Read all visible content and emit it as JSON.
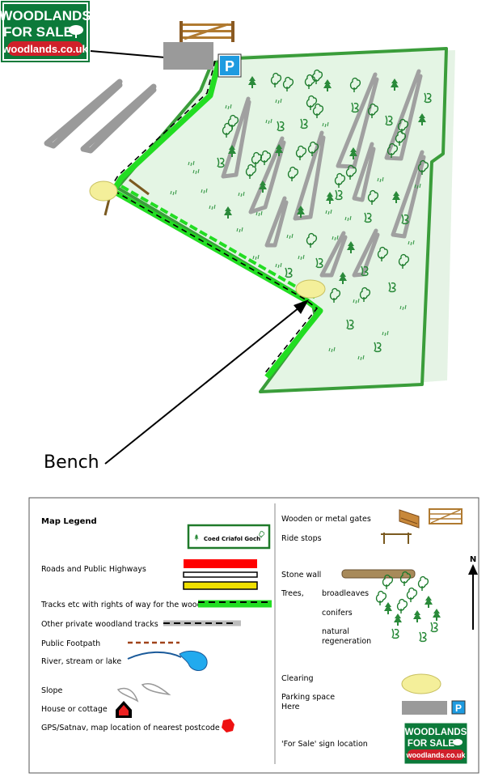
{
  "brand": {
    "line1": "WOODLANDS",
    "line2": "FOR SALE",
    "url": "woodlands.co.uk",
    "bg_color": "#0c7a3a",
    "url_color": "#d0202a"
  },
  "map": {
    "parking_symbol": "P",
    "bench_label": "Bench",
    "wood_fill": "#e6f6e6",
    "boundary_color": "#3a9d3a",
    "track_color": "#22dd22"
  },
  "legend": {
    "title": "Map Legend",
    "sample_wood_name": "Coed Criafol Goch",
    "roads": "Roads and Public Highways",
    "tracks_row": "Tracks etc with rights of way for the wood",
    "private_tracks": "Other private woodland tracks",
    "footpath": "Public Footpath",
    "river": "River, stream or lake",
    "slope": "Slope",
    "house": "House or cottage",
    "gps": "GPS/Satnav, map location of nearest postcode",
    "gates": "Wooden or metal gates",
    "ride_stops": "Ride stops",
    "stone_wall": "Stone wall",
    "trees": "Trees,",
    "broadleaves": "broadleaves",
    "conifers": "conifers",
    "natural": "natural",
    "regeneration": "regeneration",
    "clearing": "Clearing",
    "parking_line1": "Parking space",
    "parking_line2": "Here",
    "for_sale": "'For Sale'  sign location",
    "north": "N"
  }
}
